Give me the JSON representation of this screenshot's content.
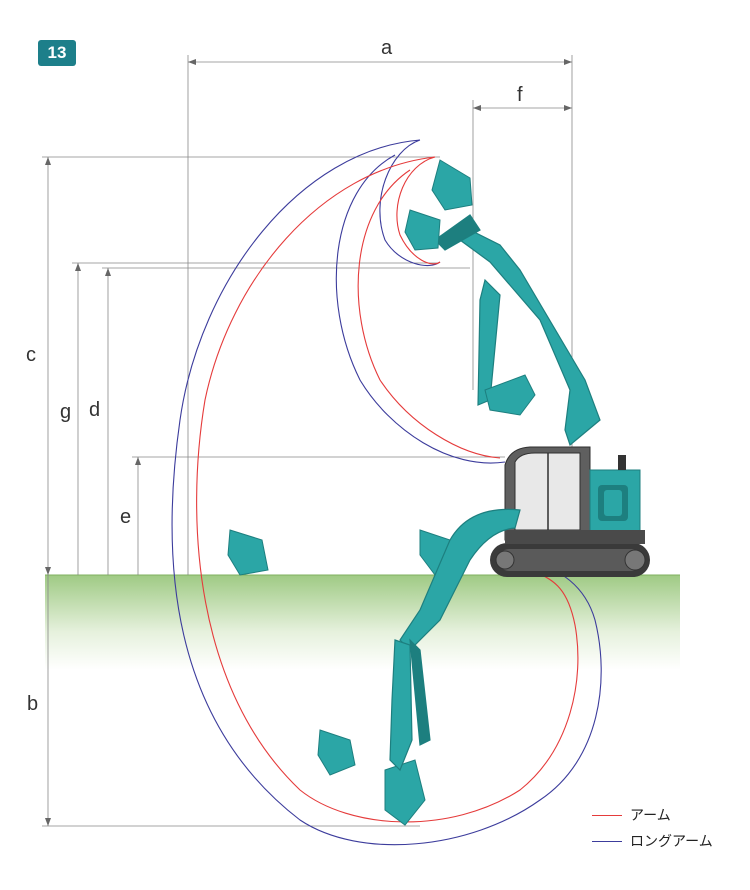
{
  "figure": {
    "number": "13",
    "dimension_labels": {
      "a": "a",
      "b": "b",
      "c": "c",
      "d": "d",
      "e": "e",
      "f": "f",
      "g": "g"
    },
    "legend": [
      {
        "label": "アーム",
        "color": "#e53b3b"
      },
      {
        "label": "ロングアーム",
        "color": "#3c3c9c"
      }
    ],
    "colors": {
      "machine": "#2ba6a6",
      "machine_dark": "#1d7f7f",
      "ground_top": "#9fca84",
      "ground_bottom": "#ffffff",
      "dimension_line": "#888888",
      "badge": "#1d7f8a"
    }
  }
}
